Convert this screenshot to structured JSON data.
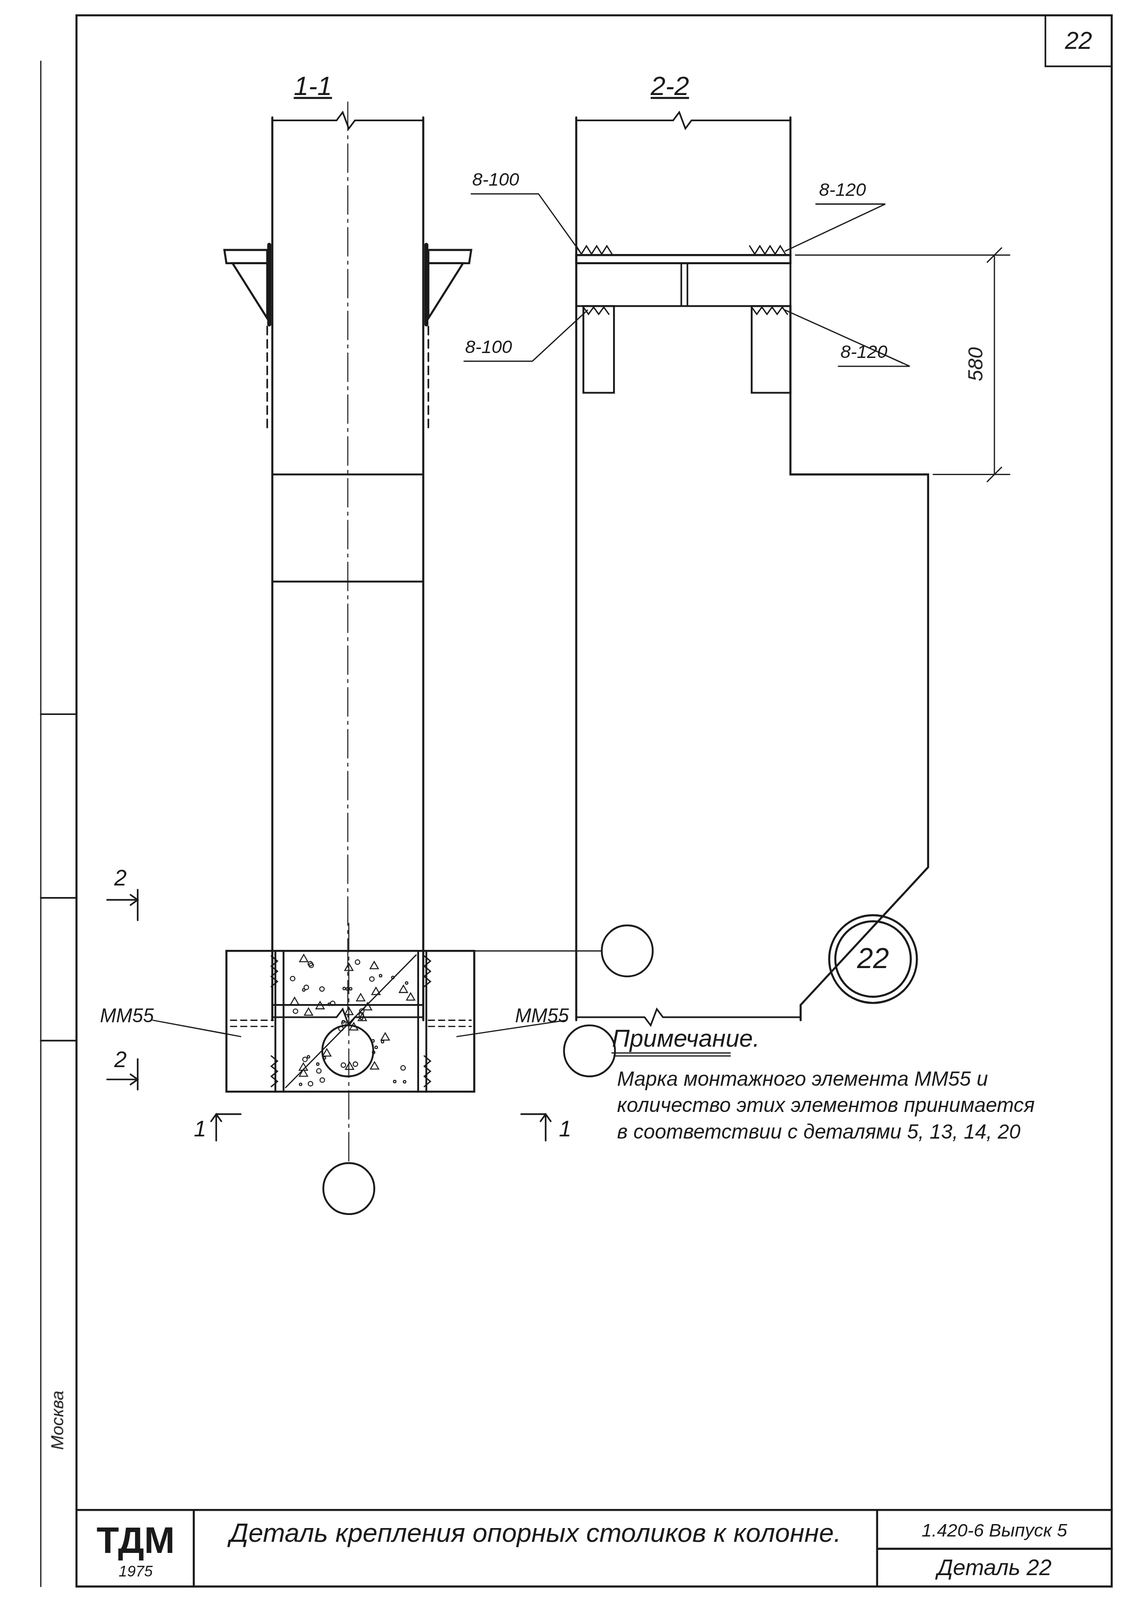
{
  "diagram": {
    "title": "Деталь крепления опорных столиков к колонне.",
    "nodes": [
      {
        "text": [
          "22"
        ]
      },
      {
        "text": [
          "22"
        ]
      },
      {
        "text": [
          "ТДМ",
          "1975"
        ]
      },
      {
        "text": [
          "1.420-6 Выпуск 5"
        ]
      },
      {
        "text": [
          "Деталь 22"
        ]
      }
    ],
    "labels": [
      "1-1",
      "2-2",
      "8-100",
      "8-120",
      "8-100",
      "8-120",
      "580",
      "2",
      "2",
      "1",
      "1",
      "ММ55",
      "ММ55",
      "Примечание.",
      "Марка монтажного элемента ММ55 и количество этих элементов принимается в соответствии с деталями 5, 13, 14, 20",
      "Москва"
    ]
  }
}
